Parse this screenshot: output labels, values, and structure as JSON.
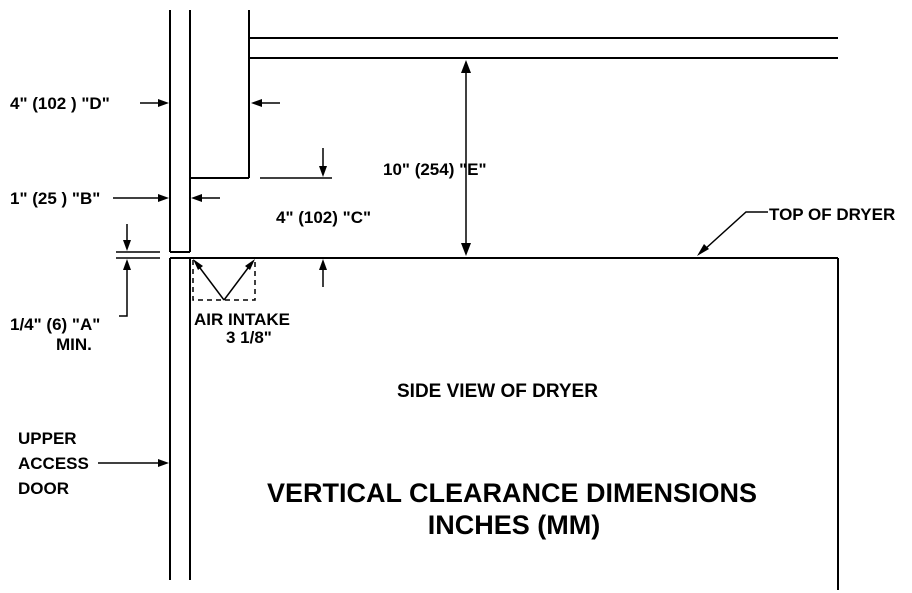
{
  "labels": {
    "dim_d": "4\" (102 ) \"D\"",
    "dim_b": "1\" (25 ) \"B\"",
    "dim_c": "4\" (102) \"C\"",
    "dim_e": "10\" (254) \"E\"",
    "top_of_dryer": "TOP OF DRYER",
    "dim_a": "1/4\" (6) \"A\"",
    "dim_a_min": "MIN.",
    "air_intake": "AIR  INTAKE",
    "air_intake_size": "3 1/8\"",
    "side_view": "SIDE VIEW OF DRYER",
    "upper_access_1": "UPPER",
    "upper_access_2": "ACCESS",
    "upper_access_3": "DOOR",
    "title_line1": "VERTICAL CLEARANCE DIMENSIONS",
    "title_line2": "INCHES (MM)"
  }
}
